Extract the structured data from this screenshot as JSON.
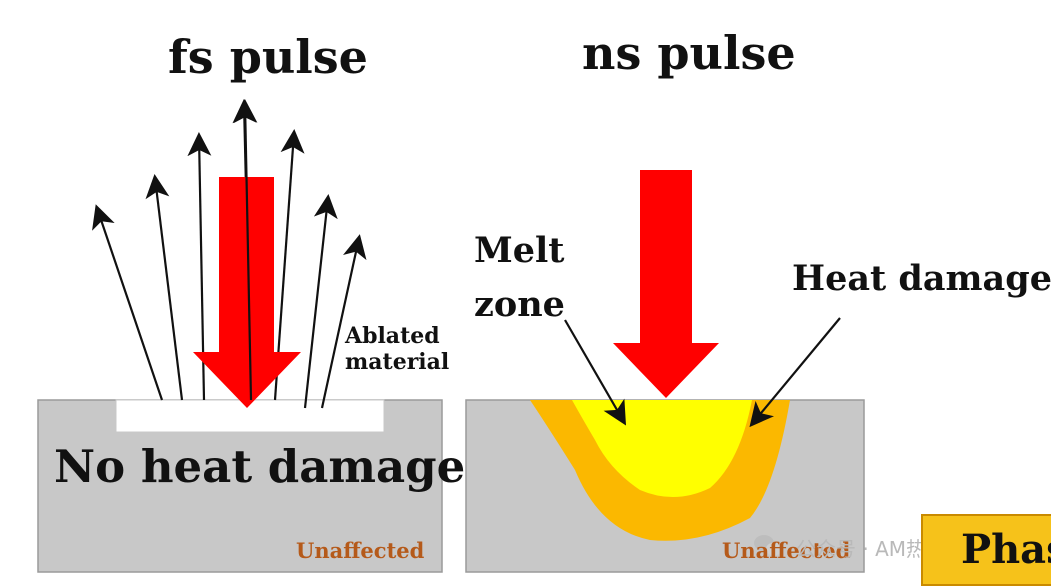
{
  "left_panel": {
    "title": "fs pulse",
    "ablated_label_line1": "Ablated",
    "ablated_label_line2": "material",
    "main_label": "No heat damage",
    "unaffected_label": "Unaffected"
  },
  "right_panel": {
    "title": "ns pulse",
    "melt_label_line1": "Melt",
    "melt_label_line2": "zone",
    "heat_damage_label": "Heat damage",
    "unaffected_label": "Unaffected"
  },
  "watermark": {
    "text": "公众号 · AM热道"
  },
  "corner_box": {
    "text": "Phas"
  },
  "colors": {
    "laser_arrow": "#ff0000",
    "substrate": "#c8c8c8",
    "substrate_border": "#9a9a9a",
    "melt_zone": "#ffff00",
    "heat_damage": "#fbb800",
    "unaffected_text": "#b55a1a",
    "corner_box": "#f6c21a"
  }
}
